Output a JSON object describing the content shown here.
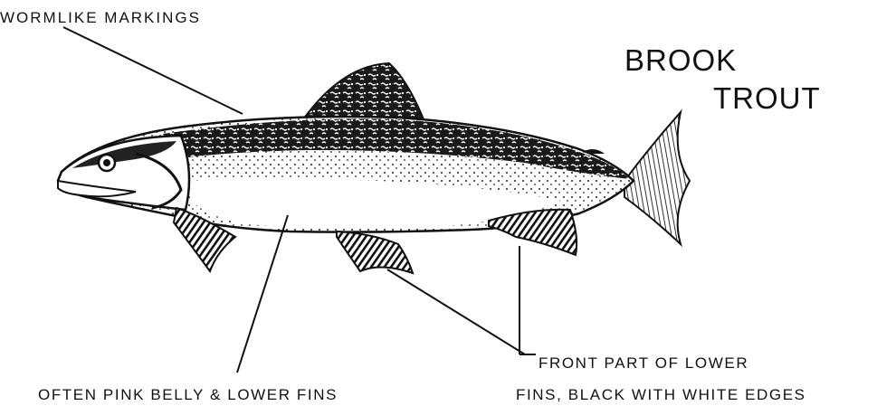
{
  "title": {
    "line1": "BROOK",
    "line2": "TROUT"
  },
  "labels": {
    "markings": "WORMLIKE  MARKINGS",
    "belly": "OFTEN  PINK  BELLY & LOWER FINS",
    "fins_line1": "FRONT  PART  OF  LOWER",
    "fins_line2": "FINS, BLACK  WITH  WHITE  EDGES"
  },
  "colors": {
    "ink": "#111111",
    "background": "#ffffff"
  }
}
